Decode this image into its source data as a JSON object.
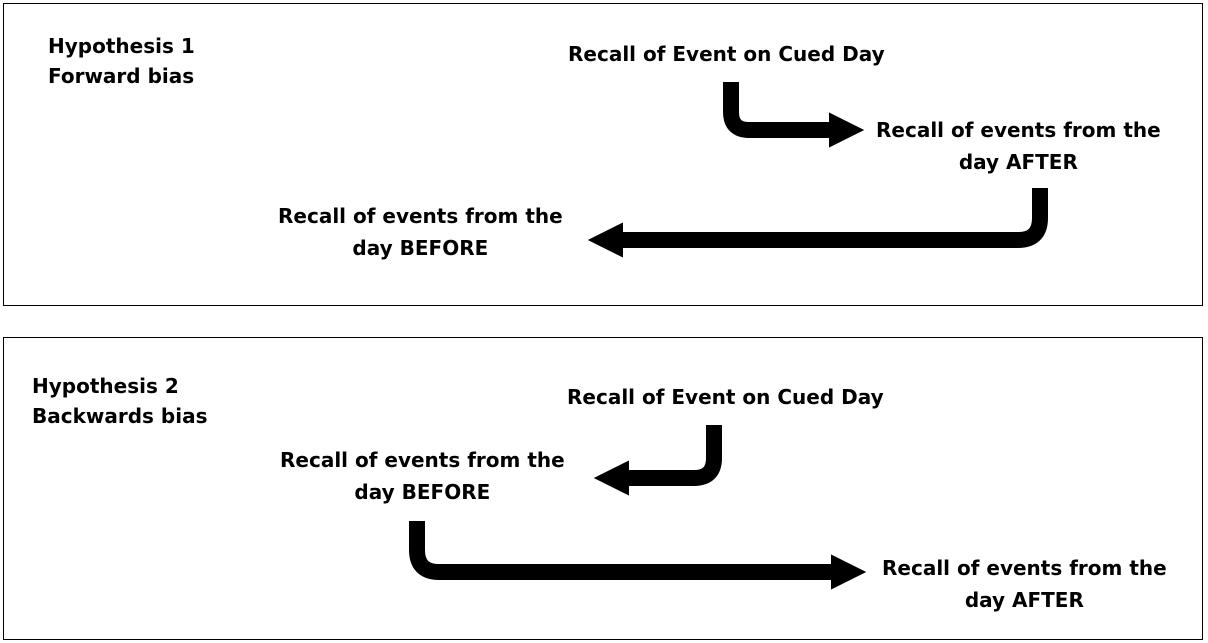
{
  "panels": [
    {
      "hypothesis_title": "Hypothesis 1",
      "hypothesis_subtitle": "Forward bias",
      "cued_label": "Recall of Event on Cued Day",
      "after_line1": "Recall of events from the",
      "after_line2": "day AFTER",
      "before_line1": "Recall of events from the",
      "before_line2": "day BEFORE"
    },
    {
      "hypothesis_title": "Hypothesis 2",
      "hypothesis_subtitle": "Backwards bias",
      "cued_label": "Recall of Event on Cued Day",
      "before_line1": "Recall of events from the",
      "before_line2": "day BEFORE",
      "after_line1": "Recall of events from the",
      "after_line2": "day AFTER"
    }
  ]
}
